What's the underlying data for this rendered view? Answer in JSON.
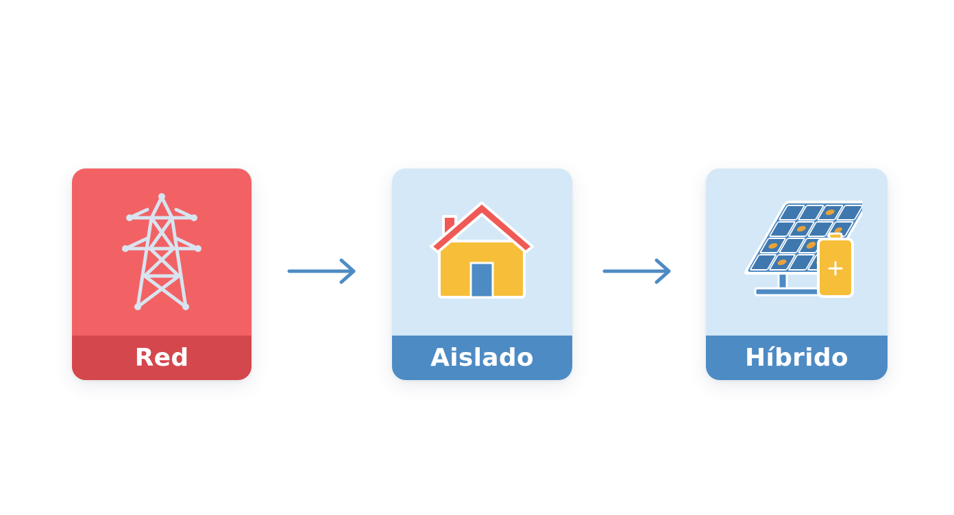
{
  "nodes": [
    {
      "label": "Red",
      "icon": "transmission-tower-icon",
      "color": "#f26264",
      "label_color": "#d4474d"
    },
    {
      "label": "Aislado",
      "icon": "house-icon",
      "color": "#d4e8f7",
      "label_color": "#4d8bc4"
    },
    {
      "label": "Híbrido",
      "icon": "solar-panel-battery-icon",
      "color": "#d4e8f7",
      "label_color": "#4d8bc4"
    }
  ],
  "connectors": [
    {
      "from": "Red",
      "to": "Aislado",
      "icon": "arrow-right-icon"
    },
    {
      "from": "Aislado",
      "to": "Híbrido",
      "icon": "arrow-right-icon"
    }
  ],
  "colors": {
    "arrow": "#4d8bc4",
    "roof": "#ef5a56",
    "house_body": "#f7be3a",
    "door": "#4d8bc4",
    "panel": "#4d8bc4",
    "cell_spot": "#e8a23a",
    "battery": "#f7be3a"
  }
}
